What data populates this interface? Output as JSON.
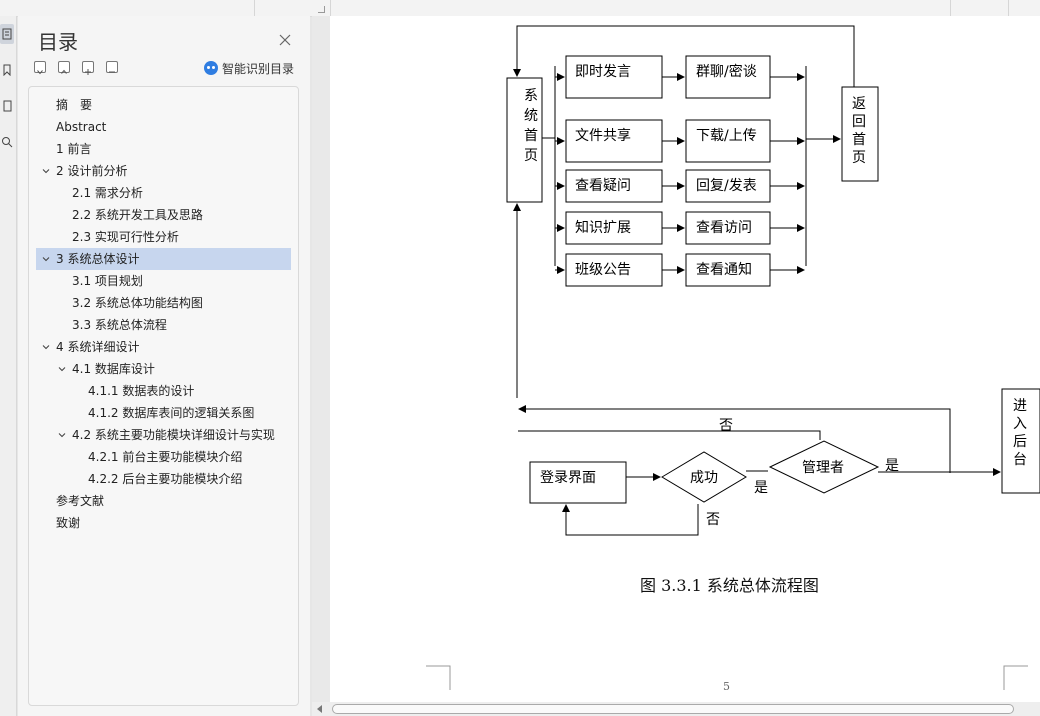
{
  "sidebar": {
    "title": "目录",
    "smart_label": "智能识别目录",
    "items": [
      {
        "label": "摘　要",
        "level": 1,
        "expandable": false
      },
      {
        "label": "Abstract",
        "level": 1,
        "expandable": false
      },
      {
        "label": "1  前言",
        "level": 1,
        "expandable": false
      },
      {
        "label": "2  设计前分析",
        "level": 1,
        "expandable": true
      },
      {
        "label": "2.1  需求分析",
        "level": 2,
        "expandable": false
      },
      {
        "label": "2.2  系统开发工具及思路",
        "level": 2,
        "expandable": false
      },
      {
        "label": "2.3  实现可行性分析",
        "level": 2,
        "expandable": false
      },
      {
        "label": "3  系统总体设计",
        "level": 1,
        "expandable": true,
        "selected": true
      },
      {
        "label": "3.1  项目规划",
        "level": 2,
        "expandable": false
      },
      {
        "label": "3.2  系统总体功能结构图",
        "level": 2,
        "expandable": false
      },
      {
        "label": "3.3 系统总体流程",
        "level": 2,
        "expandable": false
      },
      {
        "label": "4  系统详细设计",
        "level": 1,
        "expandable": true
      },
      {
        "label": "4.1 数据库设计",
        "level": 2,
        "expandable": true
      },
      {
        "label": "4.1.1 数据表的设计",
        "level": 3,
        "expandable": false
      },
      {
        "label": "4.1.2  数据库表间的逻辑关系图",
        "level": 3,
        "expandable": false
      },
      {
        "label": "4.2 系统主要功能模块详细设计与实现",
        "level": 2,
        "expandable": true
      },
      {
        "label": "4.2.1  前台主要功能模块介绍",
        "level": 3,
        "expandable": false
      },
      {
        "label": "4.2.2  后台主要功能模块介绍",
        "level": 3,
        "expandable": false
      },
      {
        "label": "参考文献",
        "level": 1,
        "expandable": false
      },
      {
        "label": "致谢",
        "level": 1,
        "expandable": false
      }
    ]
  },
  "diagram": {
    "home_box": [
      "系",
      "统",
      "首",
      "页"
    ],
    "return_box": [
      "返",
      "回",
      "首",
      "页"
    ],
    "backend_box": [
      "进",
      "入",
      "后",
      "台"
    ],
    "col1": [
      "即时发言",
      "文件共享",
      "查看疑问",
      "知识扩展",
      "班级公告"
    ],
    "col2": [
      "群聊/密谈",
      "下载/上传",
      "回复/发表",
      "查看访问",
      "查看通知"
    ],
    "login": "登录界面",
    "success": "成功",
    "admin": "管理者",
    "yes": "是",
    "no": "否"
  },
  "caption": "图 3.3.1 系统总体流程图",
  "page_number": "5",
  "icons": {
    "rail": [
      "toc-icon",
      "bookmark-icon",
      "page-icon",
      "search-icon"
    ],
    "close": "close-icon",
    "smart": "ai-icon"
  },
  "colors": {
    "selected": "#c7d6ee",
    "ai_blue": "#2f7de1"
  }
}
